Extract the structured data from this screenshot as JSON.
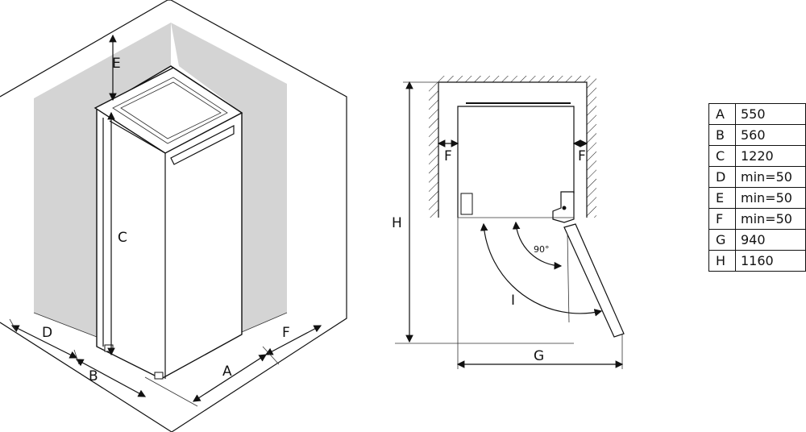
{
  "iso_view": {
    "labels": {
      "E": "E",
      "C": "C",
      "D": "D",
      "B": "B",
      "A": "A",
      "F": "F"
    }
  },
  "plan_view": {
    "labels": {
      "H": "H",
      "F_left": "F",
      "F_right": "F",
      "angle": "90°",
      "I": "I",
      "G": "G"
    }
  },
  "dimension_table": {
    "rows": [
      {
        "key": "A",
        "value": "550"
      },
      {
        "key": "B",
        "value": "560"
      },
      {
        "key": "C",
        "value": "1220"
      },
      {
        "key": "D",
        "value": "min=50"
      },
      {
        "key": "E",
        "value": "min=50"
      },
      {
        "key": "F",
        "value": "min=50"
      },
      {
        "key": "G",
        "value": "940"
      },
      {
        "key": "H",
        "value": "1160"
      }
    ]
  },
  "colors": {
    "wall_shade": "#d4d4d4",
    "line": "#111111"
  }
}
